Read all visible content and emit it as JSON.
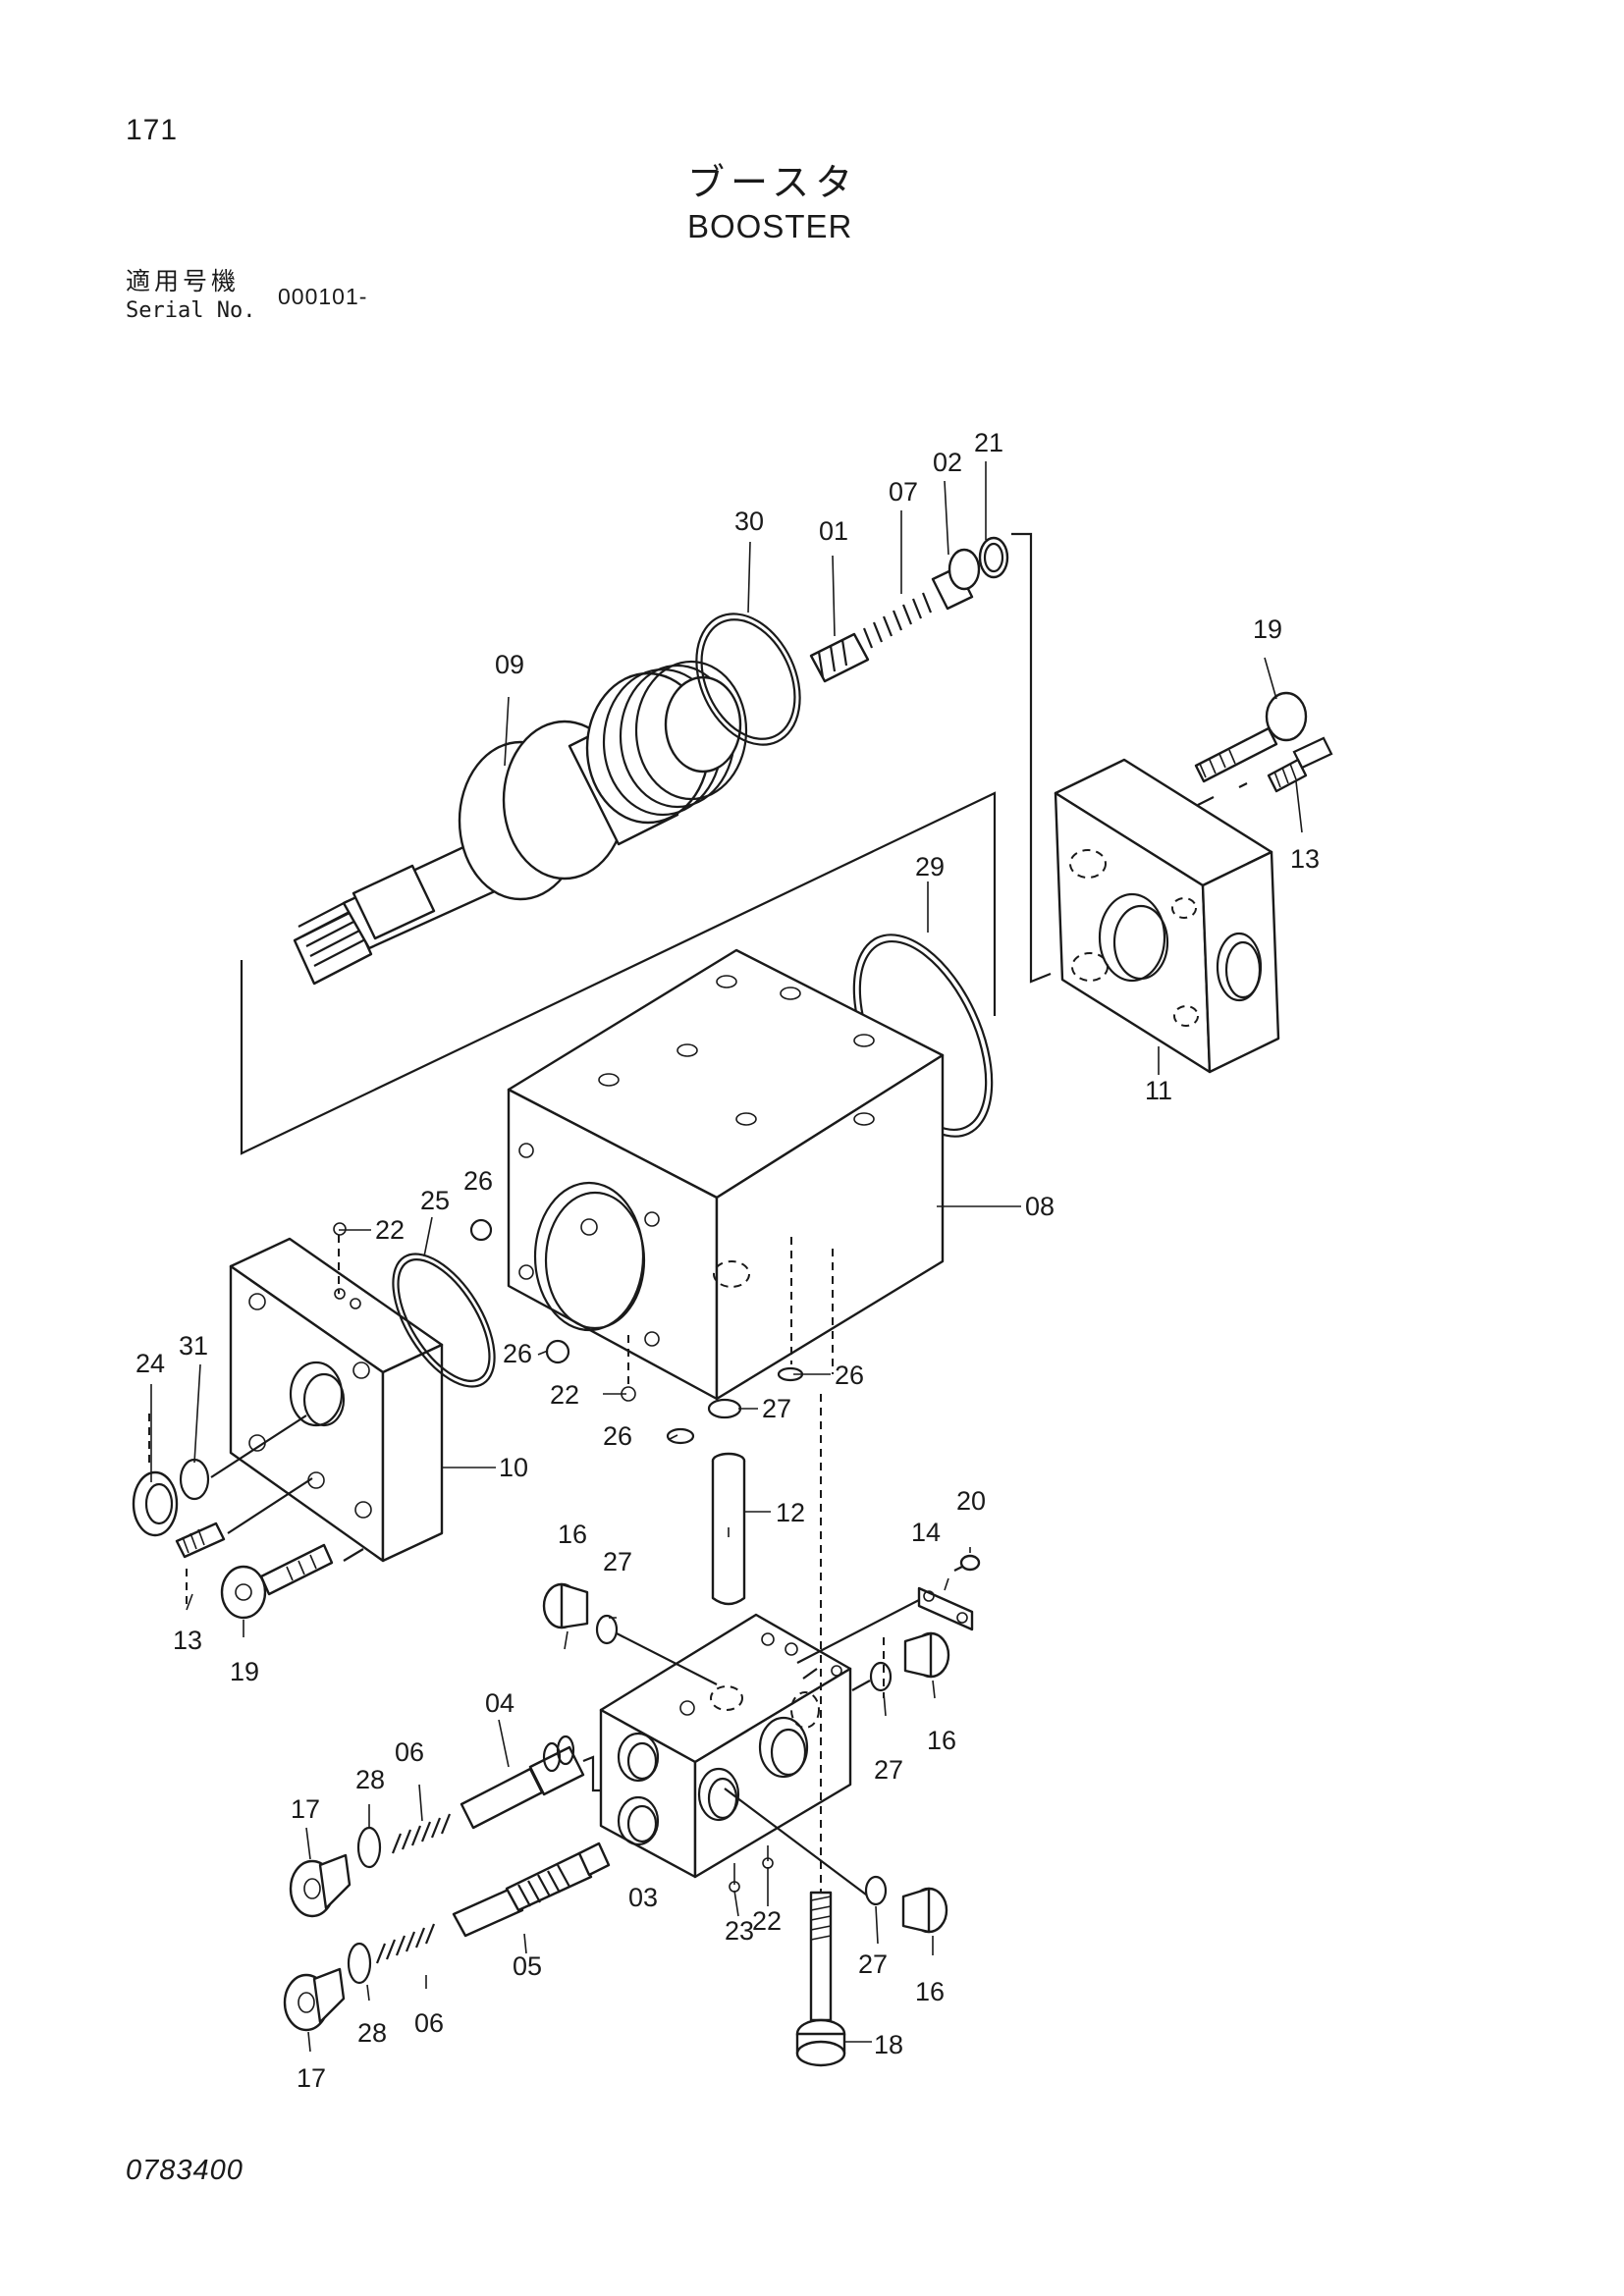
{
  "page": {
    "page_number": "171",
    "title_jp": "ブースタ",
    "title_en": "BOOSTER",
    "serial_label_jp": "適用号機",
    "serial_label_en": "Serial No.",
    "serial_range": "000101-",
    "doc_code": "0783400"
  },
  "callouts": {
    "p01": "01",
    "p02": "02",
    "p03": "03",
    "p04": "04",
    "p05": "05",
    "p06a": "06",
    "p06b": "06",
    "p07": "07",
    "p08": "08",
    "p09": "09",
    "p10": "10",
    "p11": "11",
    "p12": "12",
    "p13a": "13",
    "p13b": "13",
    "p14": "14",
    "p16a": "16",
    "p16b": "16",
    "p16c": "16",
    "p17a": "17",
    "p17b": "17",
    "p18": "18",
    "p19a": "19",
    "p19b": "19",
    "p20": "20",
    "p21": "21",
    "p22a": "22",
    "p22b": "22",
    "p22c": "22",
    "p23": "23",
    "p24": "24",
    "p25": "25",
    "p26a": "26",
    "p26b": "26",
    "p26c": "26",
    "p26d": "26",
    "p27a": "27",
    "p27b": "27",
    "p27c": "27",
    "p27d": "27",
    "p28a": "28",
    "p28b": "28",
    "p29": "29",
    "p30": "30",
    "p31": "31"
  }
}
